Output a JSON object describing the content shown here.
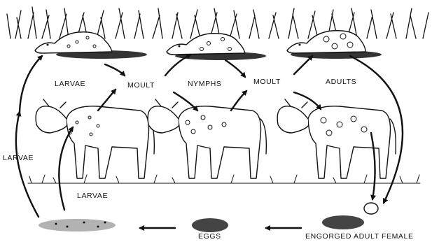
{
  "labels": {
    "larvae_top": "LARVAE",
    "moult_1": "MOULT",
    "nymphs": "NYMPHS",
    "moult_2": "MOULT",
    "adults": "ADULTS",
    "larvae_left": "LARVAE",
    "larvae_ground": "LARVAE",
    "eggs": "EGGS",
    "engorged_female": "ENGORGED ADULT FEMALE"
  }
}
